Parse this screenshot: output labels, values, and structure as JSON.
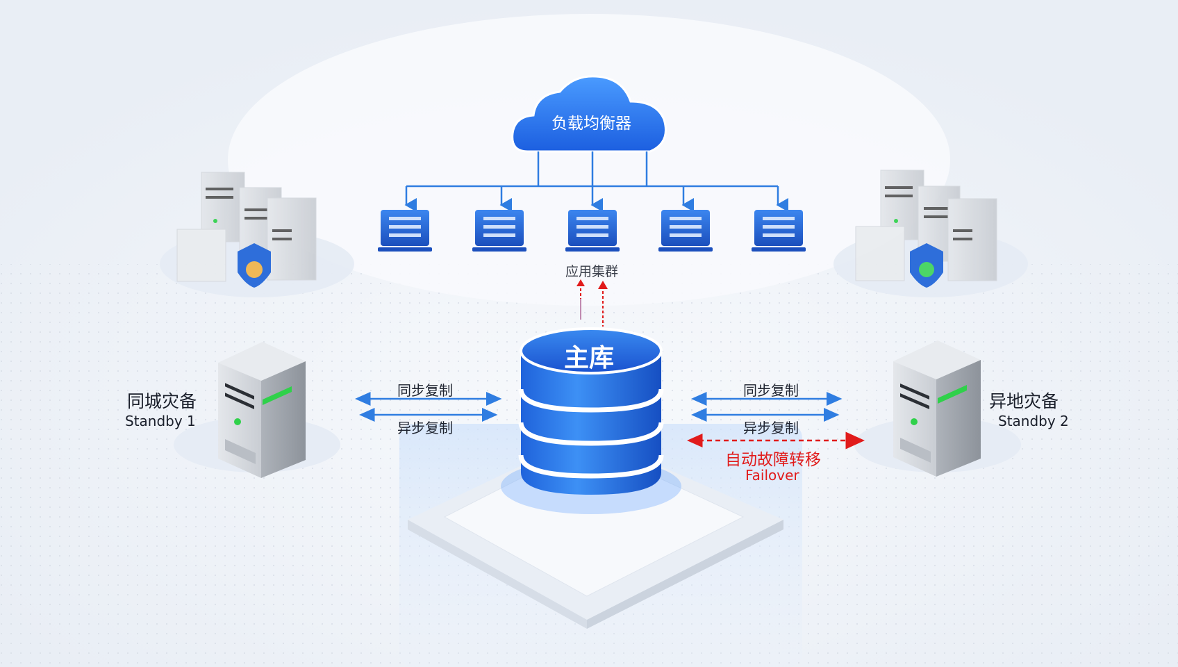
{
  "load_balancer": {
    "label": "负载均衡器"
  },
  "app_nodes": {
    "count": 5,
    "label": "应用集群"
  },
  "master_db": {
    "label": "主库"
  },
  "standby_local": {
    "title": "同城灾备",
    "subtitle": "Standby 1"
  },
  "standby_remote": {
    "title": "异地灾备",
    "subtitle": "Standby 2"
  },
  "replication_left": {
    "sync": "同步复制",
    "async": "异步复制"
  },
  "replication_right": {
    "sync": "同步复制",
    "async": "异步复制"
  },
  "failover": {
    "label_cn": "自动故障转移",
    "label_en": "Failover"
  },
  "colors": {
    "accent_blue": "#2f7de1",
    "failover_red": "#e11b1b",
    "background": "#f1f4f9",
    "server_gray": "#c9cdd3",
    "status_green": "#2fd14a"
  }
}
